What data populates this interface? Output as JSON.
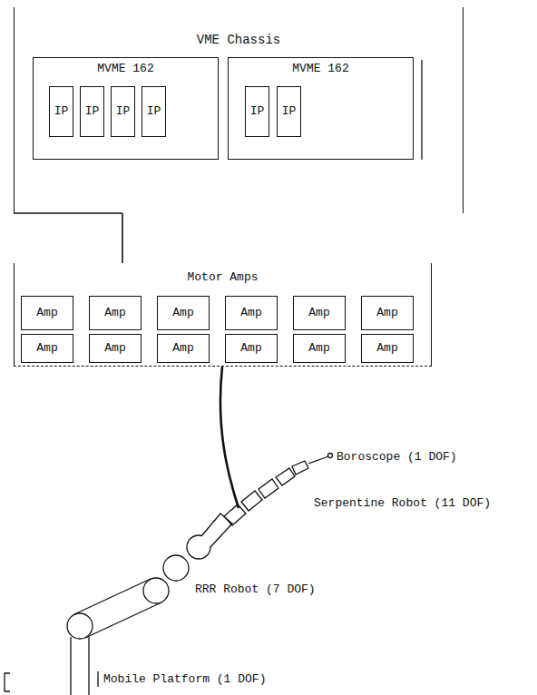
{
  "diagram": {
    "nodes": [
      {
        "text": [
          "VME Chassis"
        ]
      },
      {
        "text": [
          "MVME 162"
        ],
        "in": 0
      },
      {
        "text": [
          "IP"
        ],
        "in": 1
      },
      {
        "text": [
          "IP"
        ],
        "in": 1
      },
      {
        "text": [
          "IP"
        ],
        "in": 1
      },
      {
        "text": [
          "IP"
        ],
        "in": 1
      },
      {
        "text": [
          "MVME 162"
        ],
        "in": 0
      },
      {
        "text": [
          "IP"
        ],
        "in": 6
      },
      {
        "text": [
          "IP"
        ],
        "in": 6
      },
      {
        "text": [
          "Motor Amps"
        ]
      },
      {
        "text": [
          "Amp"
        ],
        "in": 9
      },
      {
        "text": [
          "Amp"
        ],
        "in": 9
      },
      {
        "text": [
          "Amp"
        ],
        "in": 9
      },
      {
        "text": [
          "Amp"
        ],
        "in": 9
      },
      {
        "text": [
          "Amp"
        ],
        "in": 9
      },
      {
        "text": [
          "Amp"
        ],
        "in": 9
      },
      {
        "text": [
          "Amp"
        ],
        "in": 9
      },
      {
        "text": [
          "Amp"
        ],
        "in": 9
      },
      {
        "text": [
          "Amp"
        ],
        "in": 9
      },
      {
        "text": [
          "Amp"
        ],
        "in": 9
      },
      {
        "text": [
          "Amp"
        ],
        "in": 9
      },
      {
        "text": [
          "Amp"
        ],
        "in": 9
      }
    ],
    "edges": [
      {
        "from": 0,
        "to": 9,
        "arrow": "none"
      }
    ],
    "labels": [
      "Boroscope (1 DOF)",
      "Serpentine Robot (11 DOF)",
      "RRR Robot (7 DOF)",
      "Mobile Platform (1 DOF)"
    ]
  }
}
